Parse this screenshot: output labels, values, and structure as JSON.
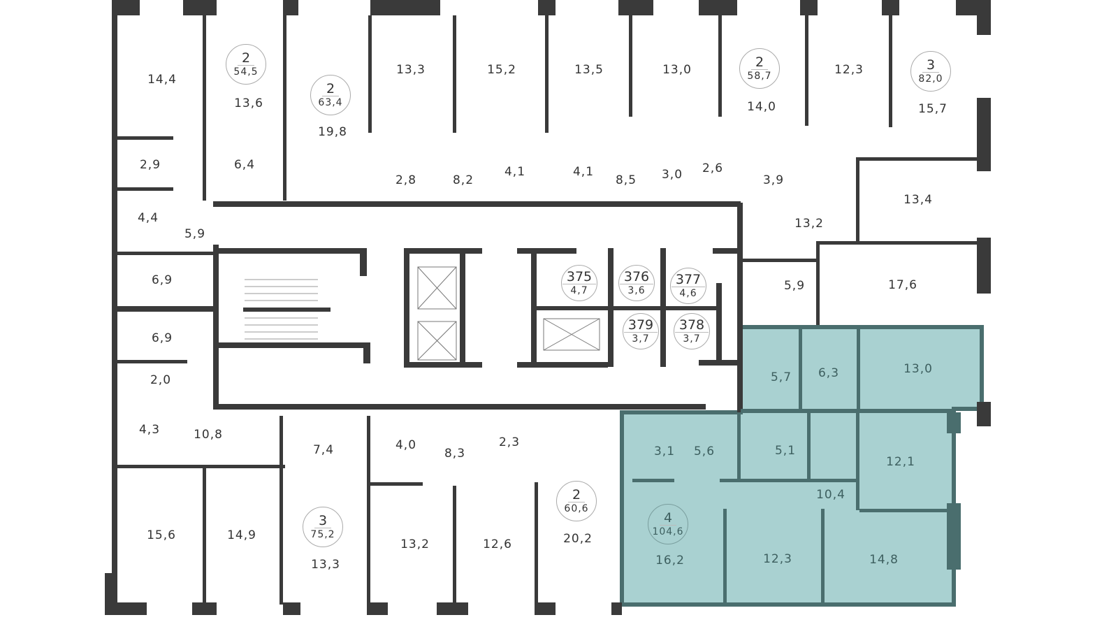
{
  "colors": {
    "wall": "#3a3a3a",
    "highlight_fill": "#a9d1d1",
    "highlight_wall": "#4a6e6e"
  },
  "apartments": [
    {
      "rooms": "2",
      "area": "54,5"
    },
    {
      "rooms": "2",
      "area": "63,4"
    },
    {
      "rooms": "2",
      "area": "58,7"
    },
    {
      "rooms": "3",
      "area": "82,0"
    },
    {
      "rooms": "3",
      "area": "75,2"
    },
    {
      "rooms": "2",
      "area": "60,6"
    },
    {
      "rooms": "4",
      "area": "104,6"
    }
  ],
  "storage": [
    {
      "number": "375",
      "area": "4,7"
    },
    {
      "number": "376",
      "area": "3,6"
    },
    {
      "number": "377",
      "area": "4,6"
    },
    {
      "number": "379",
      "area": "3,7"
    },
    {
      "number": "378",
      "area": "3,7"
    }
  ],
  "rooms": [
    "14,4",
    "13,6",
    "19,8",
    "13,3",
    "15,2",
    "13,5",
    "13,0",
    "14,0",
    "12,3",
    "15,7",
    "2,9",
    "6,4",
    "2,8",
    "8,2",
    "4,1",
    "4,1",
    "8,5",
    "3,0",
    "2,6",
    "3,9",
    "13,4",
    "4,4",
    "5,9",
    "13,2",
    "6,9",
    "5,9",
    "17,6",
    "6,9",
    "5,7",
    "6,3",
    "13,0",
    "2,0",
    "4,3",
    "10,8",
    "7,4",
    "4,0",
    "8,3",
    "2,3",
    "3,1",
    "5,6",
    "5,1",
    "12,1",
    "10,4",
    "20,2",
    "15,6",
    "14,9",
    "13,3",
    "13,2",
    "12,6",
    "16,2",
    "12,3",
    "14,8"
  ]
}
